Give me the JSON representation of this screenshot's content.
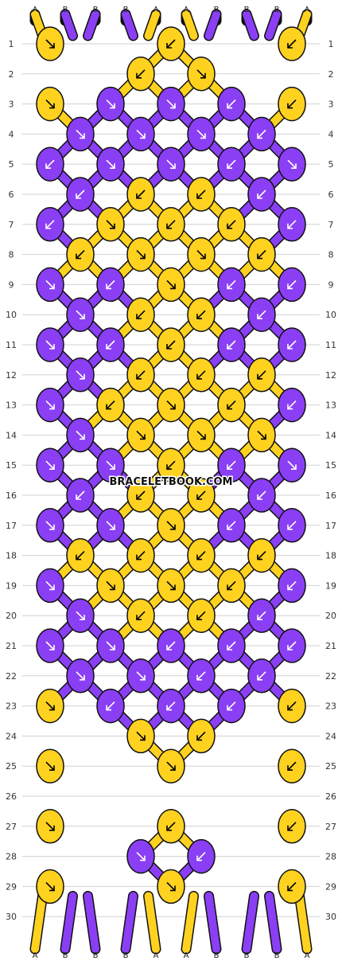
{
  "watermark": "BRACELETBOOK.COM",
  "colors": {
    "A": "#FFD21F",
    "B": "#8A3FF5",
    "outline": "#111111",
    "grid": "#d0d0d0"
  },
  "top_strands": [
    "A",
    "B",
    "B",
    "B",
    "A",
    "A",
    "B",
    "B",
    "B",
    "A"
  ],
  "bottom_strands": [
    "A",
    "B",
    "B",
    "B",
    "A",
    "A",
    "B",
    "B",
    "B",
    "A"
  ],
  "row_labels": [
    "1",
    "2",
    "3",
    "4",
    "5",
    "6",
    "7",
    "8",
    "9",
    "10",
    "11",
    "12",
    "13",
    "14",
    "15",
    "16",
    "17",
    "18",
    "19",
    "20",
    "21",
    "22",
    "23",
    "24",
    "25",
    "26",
    "27",
    "28",
    "29",
    "30"
  ],
  "knots": [
    [
      [
        "A",
        "f"
      ],
      [
        "A",
        "b"
      ],
      [
        "A",
        "b"
      ]
    ],
    [
      [
        "A",
        "b"
      ],
      [
        "A",
        "f"
      ]
    ],
    [
      [
        "A",
        "f"
      ],
      [
        "B",
        "f"
      ],
      [
        "B",
        "f"
      ],
      [
        "B",
        "b"
      ],
      [
        "A",
        "b"
      ]
    ],
    [
      [
        "B",
        "f"
      ],
      [
        "B",
        "f"
      ],
      [
        "B",
        "f"
      ],
      [
        "B",
        "b"
      ]
    ],
    [
      [
        "B",
        "b"
      ],
      [
        "B",
        "f"
      ],
      [
        "B",
        "f"
      ],
      [
        "B",
        "b"
      ],
      [
        "B",
        "f"
      ]
    ],
    [
      [
        "B",
        "b"
      ],
      [
        "A",
        "b"
      ],
      [
        "A",
        "b"
      ],
      [
        "B",
        "b"
      ]
    ],
    [
      [
        "B",
        "b"
      ],
      [
        "A",
        "f"
      ],
      [
        "A",
        "b"
      ],
      [
        "A",
        "b"
      ],
      [
        "B",
        "b"
      ]
    ],
    [
      [
        "A",
        "b"
      ],
      [
        "A",
        "f"
      ],
      [
        "A",
        "f"
      ],
      [
        "A",
        "b"
      ]
    ],
    [
      [
        "B",
        "f"
      ],
      [
        "B",
        "b"
      ],
      [
        "A",
        "f"
      ],
      [
        "B",
        "b"
      ],
      [
        "B",
        "b"
      ]
    ],
    [
      [
        "B",
        "f"
      ],
      [
        "A",
        "b"
      ],
      [
        "A",
        "b"
      ],
      [
        "B",
        "b"
      ]
    ],
    [
      [
        "B",
        "f"
      ],
      [
        "B",
        "b"
      ],
      [
        "A",
        "b"
      ],
      [
        "B",
        "b"
      ],
      [
        "B",
        "b"
      ]
    ],
    [
      [
        "B",
        "f"
      ],
      [
        "A",
        "b"
      ],
      [
        "A",
        "b"
      ],
      [
        "A",
        "b"
      ]
    ],
    [
      [
        "B",
        "f"
      ],
      [
        "A",
        "b"
      ],
      [
        "A",
        "f"
      ],
      [
        "A",
        "b"
      ],
      [
        "B",
        "b"
      ]
    ],
    [
      [
        "B",
        "f"
      ],
      [
        "A",
        "f"
      ],
      [
        "A",
        "f"
      ],
      [
        "A",
        "f"
      ]
    ],
    [
      [
        "B",
        "f"
      ],
      [
        "B",
        "f"
      ],
      [
        "A",
        "b"
      ],
      [
        "B",
        "b"
      ],
      [
        "B",
        "f"
      ]
    ],
    [
      [
        "B",
        "b"
      ],
      [
        "A",
        "b"
      ],
      [
        "A",
        "b"
      ],
      [
        "B",
        "b"
      ]
    ],
    [
      [
        "B",
        "f"
      ],
      [
        "B",
        "f"
      ],
      [
        "A",
        "f"
      ],
      [
        "B",
        "b"
      ],
      [
        "B",
        "b"
      ]
    ],
    [
      [
        "A",
        "b"
      ],
      [
        "A",
        "b"
      ],
      [
        "A",
        "b"
      ],
      [
        "A",
        "b"
      ]
    ],
    [
      [
        "B",
        "f"
      ],
      [
        "A",
        "f"
      ],
      [
        "A",
        "f"
      ],
      [
        "A",
        "b"
      ],
      [
        "B",
        "b"
      ]
    ],
    [
      [
        "B",
        "f"
      ],
      [
        "A",
        "b"
      ],
      [
        "A",
        "b"
      ],
      [
        "B",
        "b"
      ]
    ],
    [
      [
        "B",
        "f"
      ],
      [
        "B",
        "f"
      ],
      [
        "B",
        "b"
      ],
      [
        "B",
        "b"
      ],
      [
        "B",
        "b"
      ]
    ],
    [
      [
        "B",
        "f"
      ],
      [
        "B",
        "f"
      ],
      [
        "B",
        "b"
      ],
      [
        "B",
        "b"
      ]
    ],
    [
      [
        "A",
        "f"
      ],
      [
        "B",
        "b"
      ],
      [
        "B",
        "b"
      ],
      [
        "B",
        "b"
      ],
      [
        "A",
        "b"
      ]
    ],
    [
      [
        "A",
        "f"
      ],
      [
        "A",
        "b"
      ]
    ],
    [
      [
        "A",
        "f"
      ],
      [
        "A",
        "f"
      ],
      [
        "A",
        "b"
      ]
    ],
    [],
    [
      [
        "A",
        "f"
      ],
      [
        "A",
        "b"
      ],
      [
        "A",
        "b"
      ]
    ],
    [
      [
        "B",
        "f"
      ],
      [
        "B",
        "b"
      ]
    ],
    [
      [
        "A",
        "f"
      ],
      [
        "A",
        "f"
      ],
      [
        "A",
        "b"
      ]
    ],
    []
  ]
}
